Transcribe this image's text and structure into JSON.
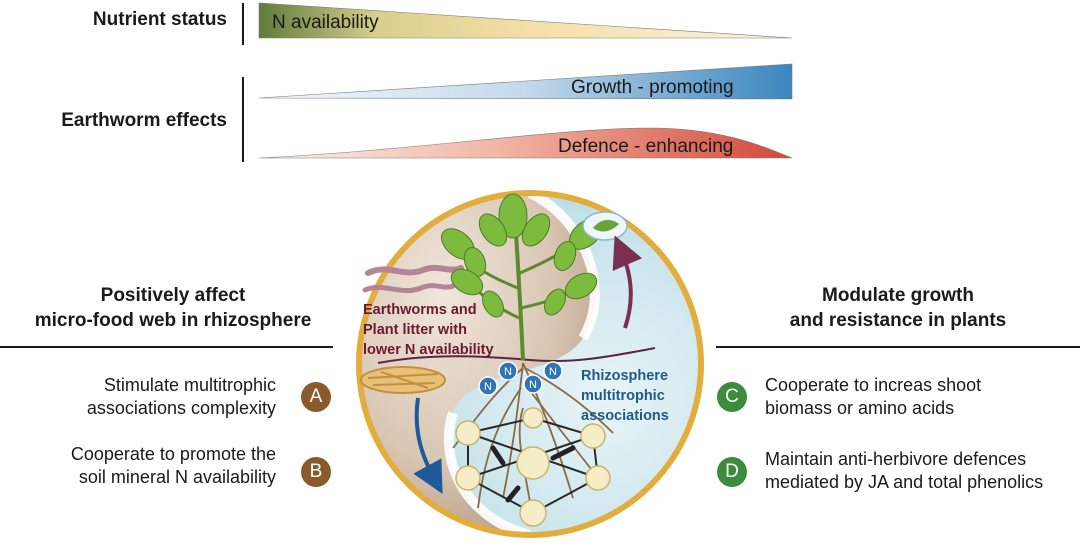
{
  "nutrient_status": {
    "label": "Nutrient status",
    "bar_label": "N availability"
  },
  "earthworm_effects": {
    "label": "Earthworm effects",
    "growth_label": "Growth - promoting",
    "defence_label": "Defence - enhancing"
  },
  "left_panel": {
    "heading_line1": "Positively affect",
    "heading_line2": "micro-food web in rhizosphere",
    "items": [
      {
        "badge": "A",
        "line1": "Stimulate multitrophic",
        "line2": "associations complexity"
      },
      {
        "badge": "B",
        "line1": "Cooperate to promote the",
        "line2": "soil mineral N availability"
      }
    ]
  },
  "right_panel": {
    "heading_line1": "Modulate growth",
    "heading_line2": "and resistance in plants",
    "items": [
      {
        "badge": "C",
        "line1": "Cooperate to increas shoot",
        "line2": "biomass or amino acids"
      },
      {
        "badge": "D",
        "line1": "Maintain anti-herbivore defences",
        "line2": "mediated by JA and total phenolics"
      }
    ]
  },
  "center": {
    "earthworm_label_line1": "Earthworms and",
    "earthworm_label_line2": "Plant litter with",
    "earthworm_label_line3": "lower N availability",
    "rhizosphere_line1": "Rhizosphere",
    "rhizosphere_line2": "multitrophic",
    "rhizosphere_line3": "associations",
    "nitrogen_symbol": "N"
  },
  "colors": {
    "badge_brown": "#8a5a2b",
    "badge_green": "#3d8b3d",
    "ring": "#e2ad3c",
    "earthworm_text": "#6b1a2e",
    "rhizosphere_text": "#1f5a8a"
  }
}
